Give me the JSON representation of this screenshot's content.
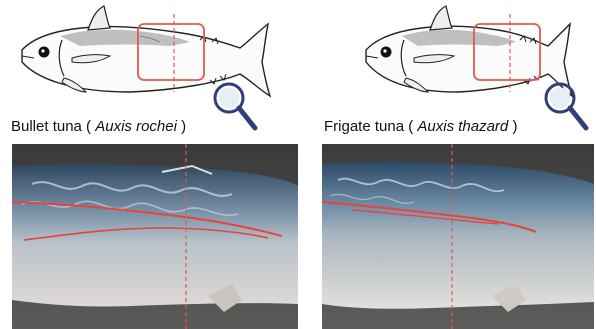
{
  "panels": [
    {
      "common_name": "Bullet tuna",
      "open_paren": " ( ",
      "scientific_name": "Auxis rochei",
      "close_paren": " )"
    },
    {
      "common_name": "Frigate tuna",
      "open_paren": " ( ",
      "scientific_name": "Auxis thazard",
      "close_paren": " )"
    }
  ],
  "icons": [
    "magnifier-icon"
  ],
  "colors": {
    "highlight_box": "#e05a4f",
    "lateral_line_trace": "#e8443a",
    "magnifier": "#2f3f7a",
    "fish_outline": "#222222"
  }
}
